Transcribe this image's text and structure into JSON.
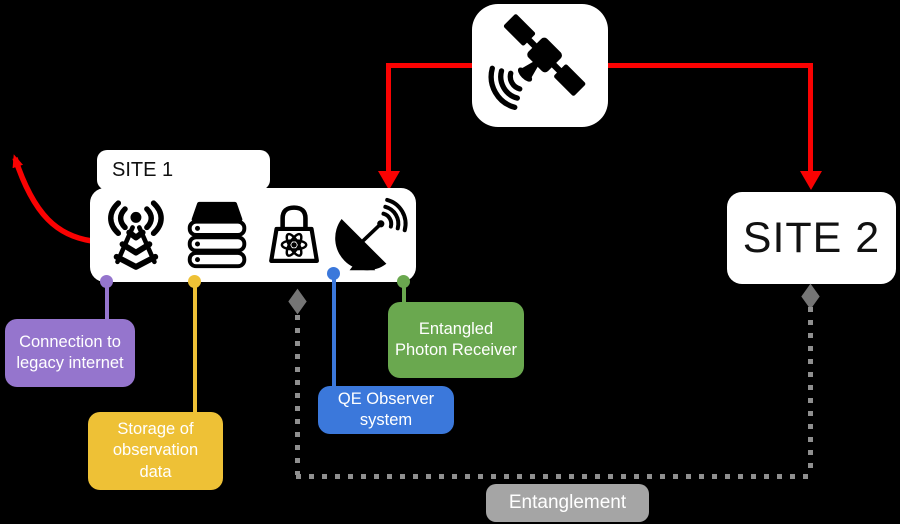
{
  "background": "#000000",
  "satellite": {
    "node": "satellite"
  },
  "site1": {
    "tab_label": "SITE 1",
    "components": [
      {
        "name": "legacy-internet",
        "icon": "radio-tower-icon",
        "label": "Connection to legacy internet",
        "color": "#9575cd"
      },
      {
        "name": "storage",
        "icon": "server-rack-icon",
        "label": "Storage of observation data",
        "color": "#eec136"
      },
      {
        "name": "qe-observer",
        "icon": "bag-atom-icon",
        "label": "QE Observer system",
        "color": "#3b78db"
      },
      {
        "name": "photon-receiver",
        "icon": "satellite-dish-icon",
        "label": "Entangled Photon Receiver",
        "color": "#6aa84f"
      }
    ]
  },
  "site2": {
    "label": "SITE 2"
  },
  "entanglement": {
    "label": "Entanglement",
    "pill_color": "#a5a5a5",
    "dotted_color": "#8f8f8f"
  },
  "links": {
    "satellite_link_color": "#fa0202"
  }
}
